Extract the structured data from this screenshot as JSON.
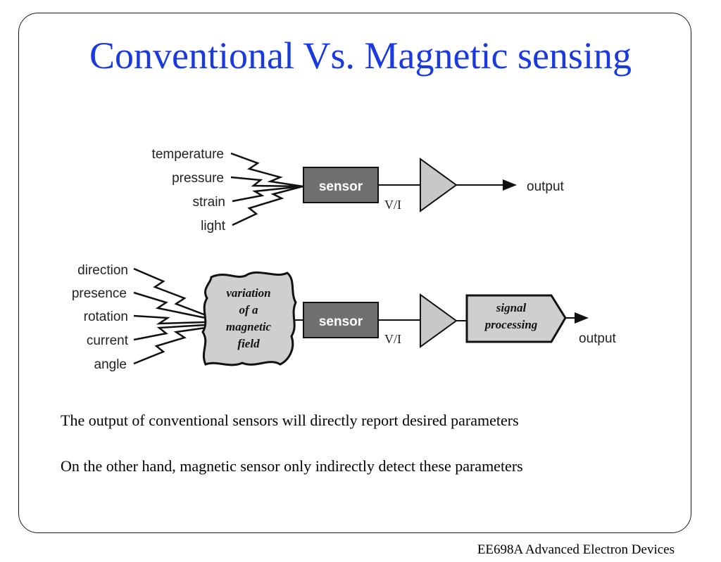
{
  "slide": {
    "title": "Conventional Vs. Magnetic sensing",
    "footer": "EE698A  Advanced Electron Devices"
  },
  "diagram": {
    "conventional": {
      "inputs": [
        "temperature",
        "pressure",
        "strain",
        "light"
      ],
      "sensor_label": "sensor",
      "signal_label": "V/I",
      "output_label": "output"
    },
    "magnetic": {
      "inputs": [
        "direction",
        "presence",
        "rotation",
        "current",
        "angle"
      ],
      "cloud_lines": [
        "variation",
        "of a",
        "magnetic",
        "field"
      ],
      "sensor_label": "sensor",
      "signal_label": "V/I",
      "processing_lines": [
        "signal",
        "processing"
      ],
      "output_label": "output"
    },
    "colors": {
      "sensor_box": "#707070",
      "amplifier": "#c8c8c8",
      "cloud": "#cfcfcf",
      "processing_box": "#cfcfcf"
    }
  },
  "statements": [
    "The output of conventional sensors will directly report desired parameters",
    "On the other hand, magnetic sensor only indirectly detect these parameters"
  ]
}
